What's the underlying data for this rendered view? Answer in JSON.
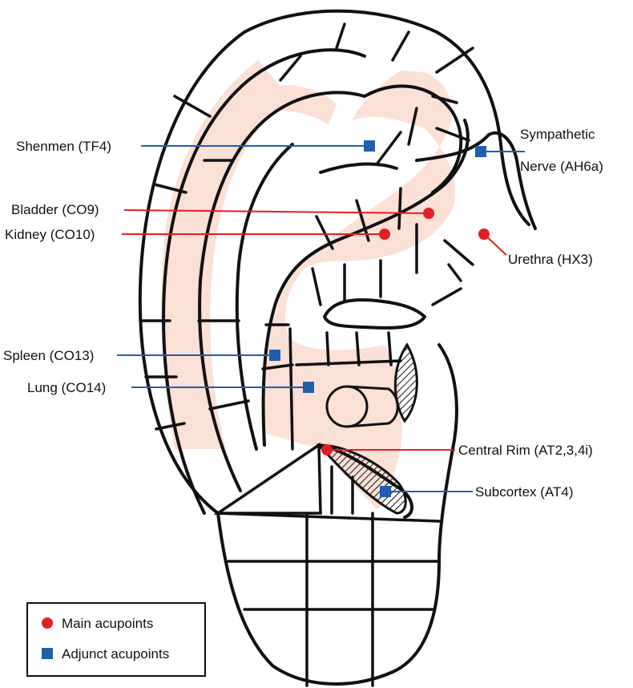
{
  "labels": {
    "shenmen": "Shenmen (TF4)",
    "sympathetic_line1": "Sympathetic",
    "sympathetic_line2": "Nerve (AH6a)",
    "bladder": "Bladder (CO9)",
    "kidney": "Kidney (CO10)",
    "urethra": "Urethra (HX3)",
    "spleen": "Spleen (CO13)",
    "lung": "Lung (CO14)",
    "central_rim": "Central Rim (AT2,3,4i)",
    "subcortex": "Subcortex (AT4)"
  },
  "legend": {
    "main": "Main acupoints",
    "adjunct": "Adjunct acupoints"
  },
  "colors": {
    "main_point": "#e31e24",
    "adjunct_point": "#1f5fae",
    "region_fill": "#fbe0d6",
    "outline": "#111111"
  }
}
